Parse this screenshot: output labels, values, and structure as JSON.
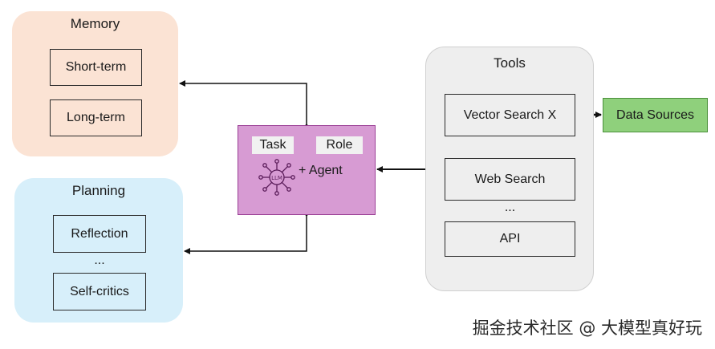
{
  "memory": {
    "title": "Memory",
    "items": [
      "Short-term",
      "Long-term"
    ]
  },
  "planning": {
    "title": "Planning",
    "items": [
      "Reflection",
      "Self-critics"
    ],
    "ellipsis": "..."
  },
  "agent": {
    "task": "Task",
    "role": "Role",
    "icon_text": "LLM",
    "agent_label": "+ Agent"
  },
  "tools": {
    "title": "Tools",
    "items": [
      "Vector Search X",
      "Web Search",
      "API"
    ],
    "ellipsis": "..."
  },
  "data_sources": {
    "label": "Data Sources"
  },
  "watermark": "掘金技术社区 @ 大模型真好玩",
  "colors": {
    "memory": "#fbe3d4",
    "planning": "#d7effa",
    "tools": "#eeeeee",
    "agent": "#d79bd3",
    "data_sources": "#8fd07c"
  }
}
